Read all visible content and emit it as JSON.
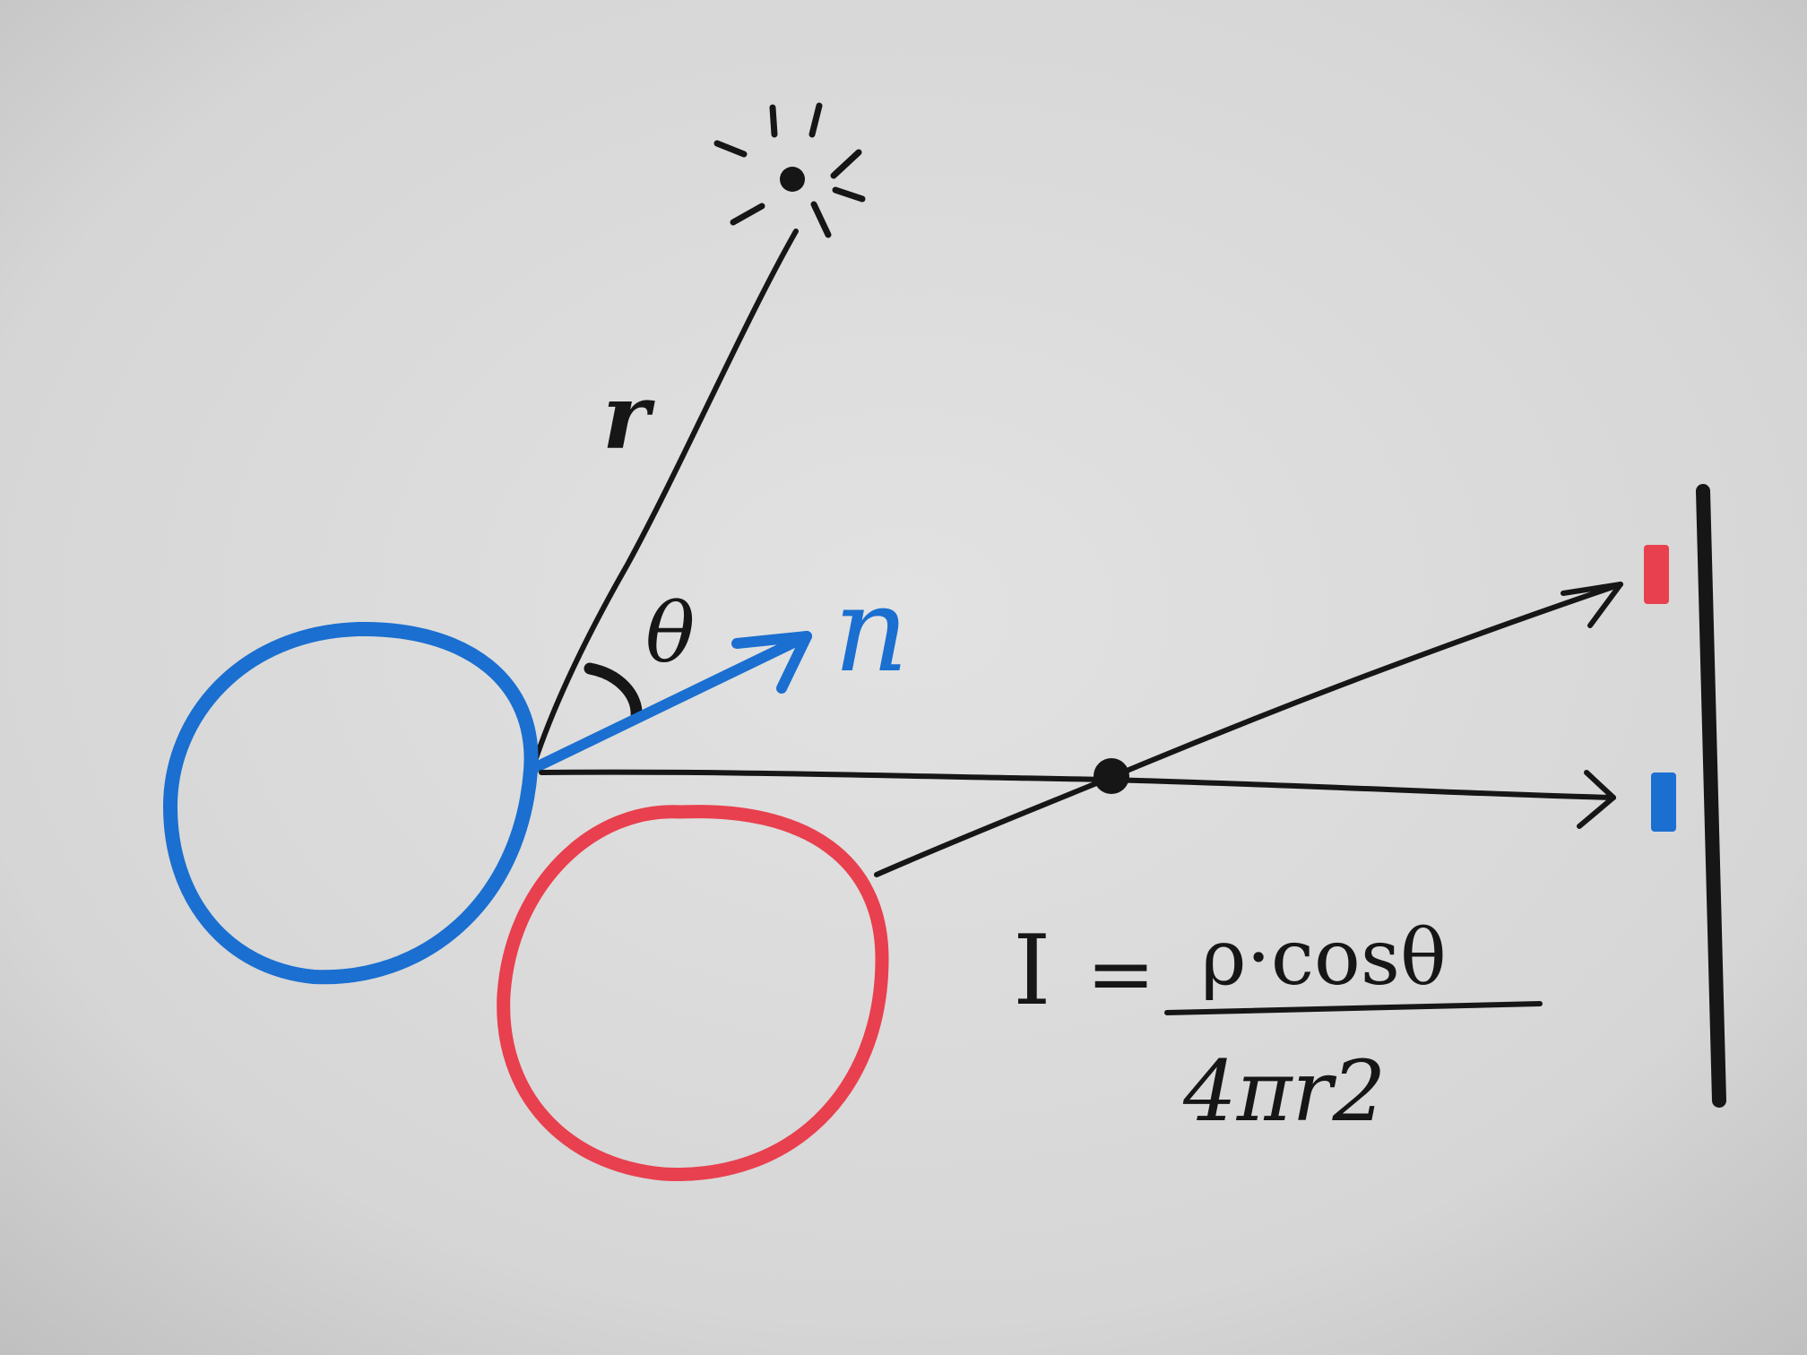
{
  "labels": {
    "distance": "r",
    "angle": "θ",
    "normal": "n"
  },
  "formula": {
    "lhs": "I",
    "equals": "=",
    "numerator": "ρ·cosθ",
    "denominator": "4πr2"
  },
  "colors": {
    "board_center": "#dedede",
    "board_edge": "#c2c2c2",
    "ink_black": "#161616",
    "ink_blue": "#1a6fd0",
    "ink_red": "#e8404e"
  }
}
